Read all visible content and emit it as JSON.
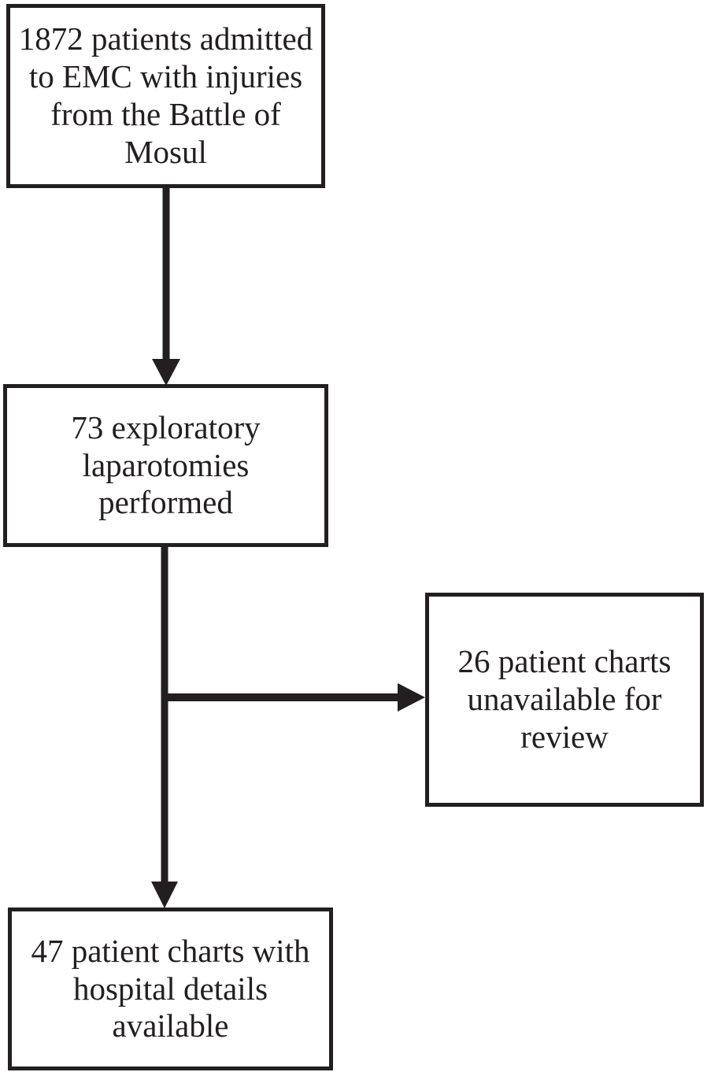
{
  "colors": {
    "ink": "#231f20",
    "background": "#ffffff"
  },
  "diagram": {
    "type": "flowchart",
    "nodes": [
      {
        "id": "admitted",
        "text": "1872 patients admitted to EMC with injuries from the Battle of Mosul",
        "lines": [
          "1872 patients admitted",
          "to EMC with injuries",
          "from the Battle of",
          "Mosul"
        ]
      },
      {
        "id": "laparotomies",
        "text": "73 exploratory laparotomies performed",
        "lines": [
          "73 exploratory",
          "laparotomies",
          "performed"
        ]
      },
      {
        "id": "unavailable",
        "text": "26 patient charts unavailable for review",
        "lines": [
          "26 patient charts",
          "unavailable for",
          "review"
        ]
      },
      {
        "id": "available",
        "text": "47 patient charts with hospital details available",
        "lines": [
          "47 patient charts with",
          "hospital details",
          "available"
        ]
      }
    ],
    "edges": [
      {
        "from": "admitted",
        "to": "laparotomies",
        "direction": "down"
      },
      {
        "from": "laparotomies",
        "to": "unavailable",
        "direction": "right"
      },
      {
        "from": "laparotomies",
        "to": "available",
        "direction": "down"
      }
    ]
  }
}
